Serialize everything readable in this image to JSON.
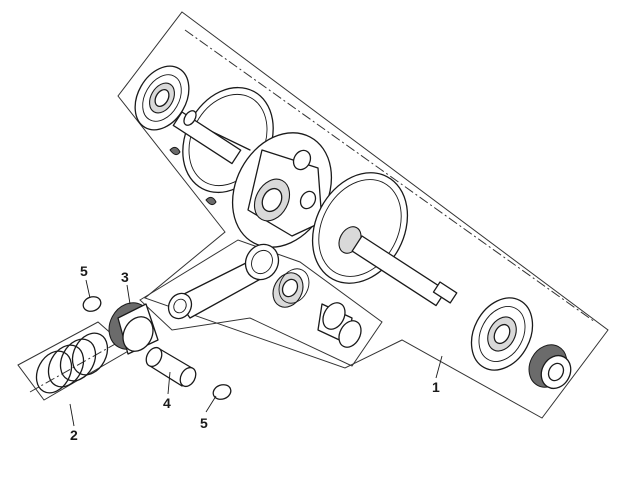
{
  "callouts": [
    {
      "id": "crankshaft-assembly",
      "number": "1"
    },
    {
      "id": "piston-rings",
      "number": "2"
    },
    {
      "id": "piston",
      "number": "3"
    },
    {
      "id": "piston-pin",
      "number": "4"
    },
    {
      "id": "clip-left",
      "number": "5"
    },
    {
      "id": "clip-right",
      "number": "5"
    }
  ]
}
